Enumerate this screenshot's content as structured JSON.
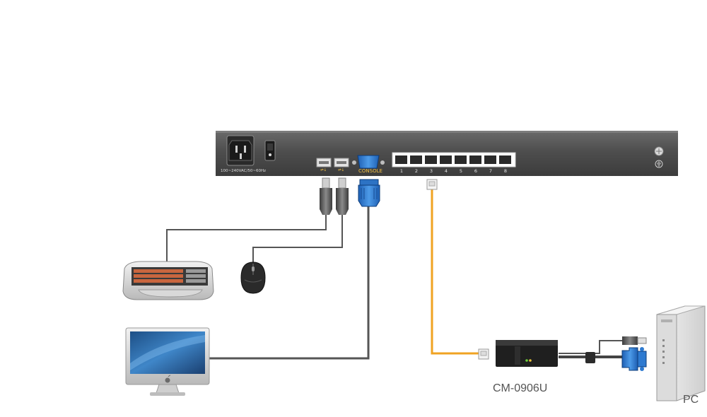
{
  "kvm": {
    "power_rating": "100~240VAC/50~60Hz",
    "console_label": "CONSOLE",
    "usb_symbol": "⇌↓",
    "port_numbers": [
      "1",
      "2",
      "3",
      "4",
      "5",
      "6",
      "7",
      "8"
    ]
  },
  "adapter": {
    "label": "CM-0906U"
  },
  "pc": {
    "label": "PC"
  },
  "icons": {
    "kvm_switch": "kvm-switch-icon",
    "keyboard": "keyboard-icon",
    "mouse": "mouse-icon",
    "monitor": "monitor-icon",
    "apple_logo": "apple-logo-icon",
    "pc_tower": "pc-tower-icon",
    "adapter": "kvm-adapter-icon",
    "usb_plug": "usb-plug-icon",
    "vga_plug": "vga-plug-icon",
    "rj45_plug": "rj45-plug-icon",
    "ground": "ground-icon"
  },
  "colors": {
    "chassis": "#545454",
    "vga_blue": "#2f7fd6",
    "cat5_cable": "#f0a322",
    "cable": "#555555",
    "label_text": "#555555"
  }
}
